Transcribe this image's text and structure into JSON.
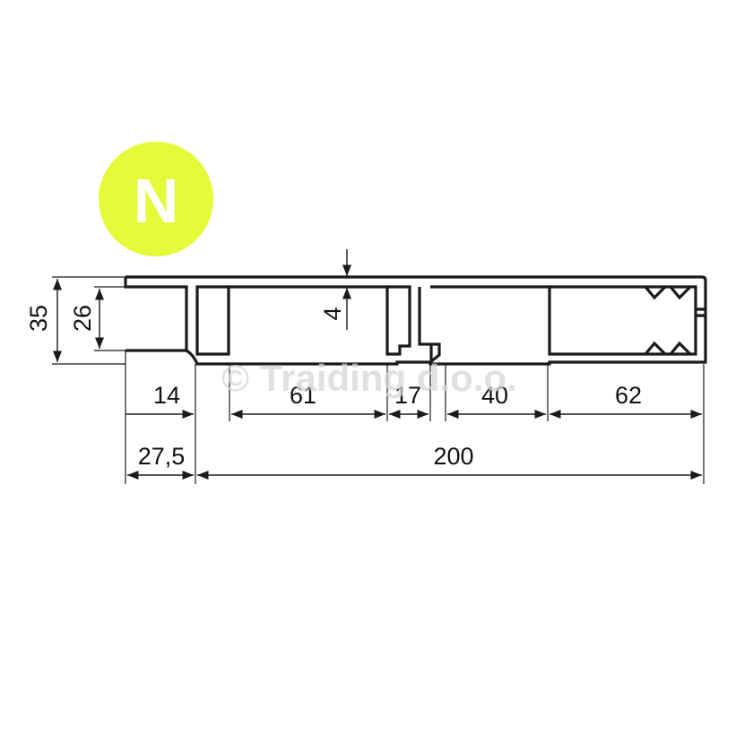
{
  "badge": {
    "letter": "N",
    "color": "#e5fb3a"
  },
  "watermark": {
    "text": "© Traiding d.o.o."
  },
  "dimensions": {
    "height_total": "35",
    "height_inner": "26",
    "wall_thickness": "4",
    "segment_1": "14",
    "segment_2": "61",
    "segment_3": "17",
    "segment_4": "40",
    "segment_5": "62",
    "offset": "27,5",
    "length_total": "200"
  }
}
